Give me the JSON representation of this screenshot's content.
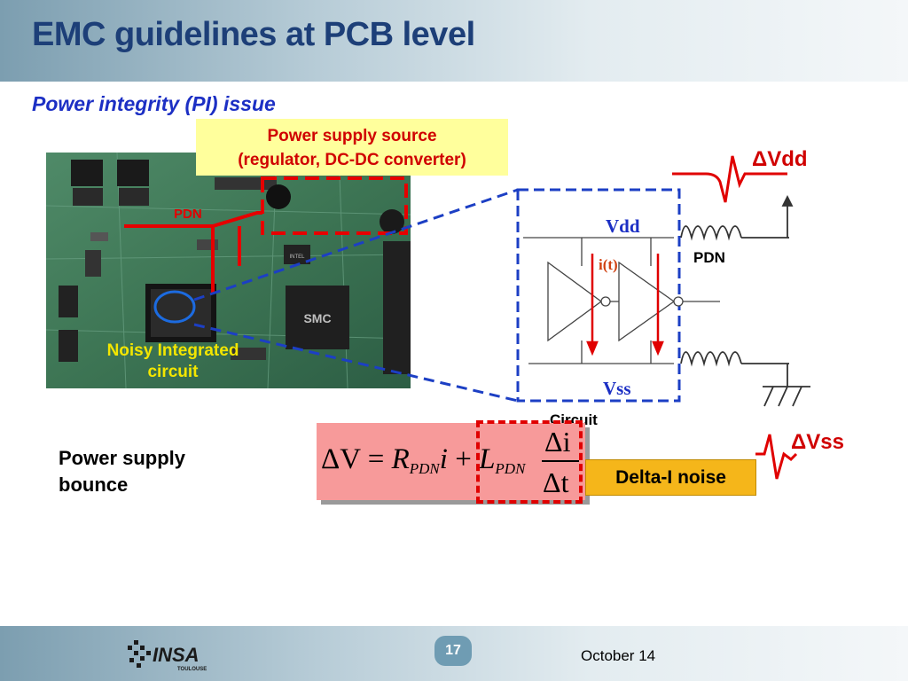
{
  "slide": {
    "title": "EMC guidelines at PCB level",
    "subtitle": "Power integrity (PI) issue"
  },
  "callout": {
    "line1": "Power supply source",
    "line2": "(regulator, DC-DC converter)"
  },
  "photo": {
    "pdn_label": "PDN",
    "ic_label_line1": "Noisy Integrated",
    "ic_label_line2": "circuit",
    "chip_text": "SMC",
    "chip_text2": "INTEL"
  },
  "schematic": {
    "vdd_label": "Vdd",
    "vss_label": "Vss",
    "current_label": "i(t)",
    "pdn_label": "PDN",
    "circuit_label": "Circuit",
    "delta_vdd": "ΔVdd",
    "delta_vss": "ΔVss"
  },
  "bounce": {
    "line1": "Power supply",
    "line2": "bounce"
  },
  "formula": {
    "lhs": "ΔV",
    "eq": " = ",
    "r": "R",
    "r_sub": "PDN",
    "i": "i",
    "plus": " + ",
    "l": "L",
    "l_sub": "PDN",
    "numerator": "Δi",
    "denominator": "Δt"
  },
  "delta_noise_label": "Delta-I noise",
  "footer": {
    "logo_text": "INSA",
    "logo_subtext": "TOULOUSE",
    "page_number": "17",
    "date": "October 14"
  },
  "colors": {
    "title": "#1d3f78",
    "subtitle": "#1c2fc4",
    "accent_red": "#e00000",
    "callout_bg": "#ffff9c",
    "formula_bg": "#f79a9a",
    "delta_box": "#f5b61a"
  }
}
